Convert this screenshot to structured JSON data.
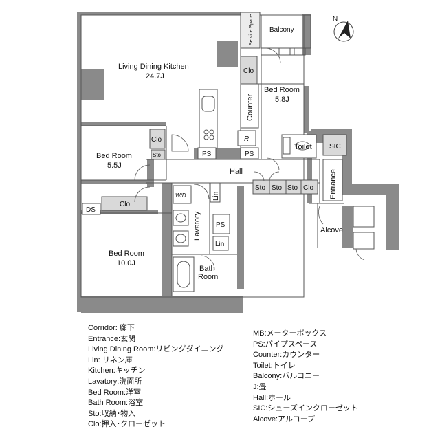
{
  "rooms": {
    "ldk_name": "Living Dining Kitchen",
    "ldk_size": "24.7J",
    "bed_ne_name": "Bed Room",
    "bed_ne_size": "5.8J",
    "bed_w_name": "Bed Room",
    "bed_w_size": "5.5J",
    "bed_sw_name": "Bed Room",
    "bed_sw_size": "10.0J",
    "balcony": "Balcony",
    "service_space": "Service Space",
    "hall": "Hall",
    "toilet": "Toilet",
    "sic": "SIC",
    "entrance": "Entrance",
    "alcove": "Alcove",
    "lavatory": "Lavatory",
    "bath1": "Bath",
    "bath2": "Room",
    "counter": "Counter",
    "ps": "PS",
    "clo": "Clo",
    "sto": "Sto",
    "lin": "Lin",
    "ds": "DS",
    "wd": "W/D",
    "r": "R"
  },
  "compass": {
    "label": "N"
  },
  "legend_left": [
    "Corridor: 廊下",
    "Entrance:玄関",
    "Living Dining Room:リビングダイニング",
    "Lin: リネン庫",
    "Kitchen:キッチン",
    "Lavatory:洗面所",
    "Bed Room:洋室",
    "Bath Room:浴室",
    "Sto:収納･物入",
    "Clo:押入･クローゼット"
  ],
  "legend_right": [
    "MB:メーターボックス",
    "PS:パイプスペース",
    "Counter:カウンター",
    "Toilet:トイレ",
    "Balcony:バルコニー",
    "J:畳",
    "Hall:ホール",
    "SIC:シューズインクローゼット",
    "Alcove:アルコーブ"
  ],
  "colors": {
    "wall": "#808080",
    "line": "#555555",
    "fill": "#d9d9d9"
  }
}
